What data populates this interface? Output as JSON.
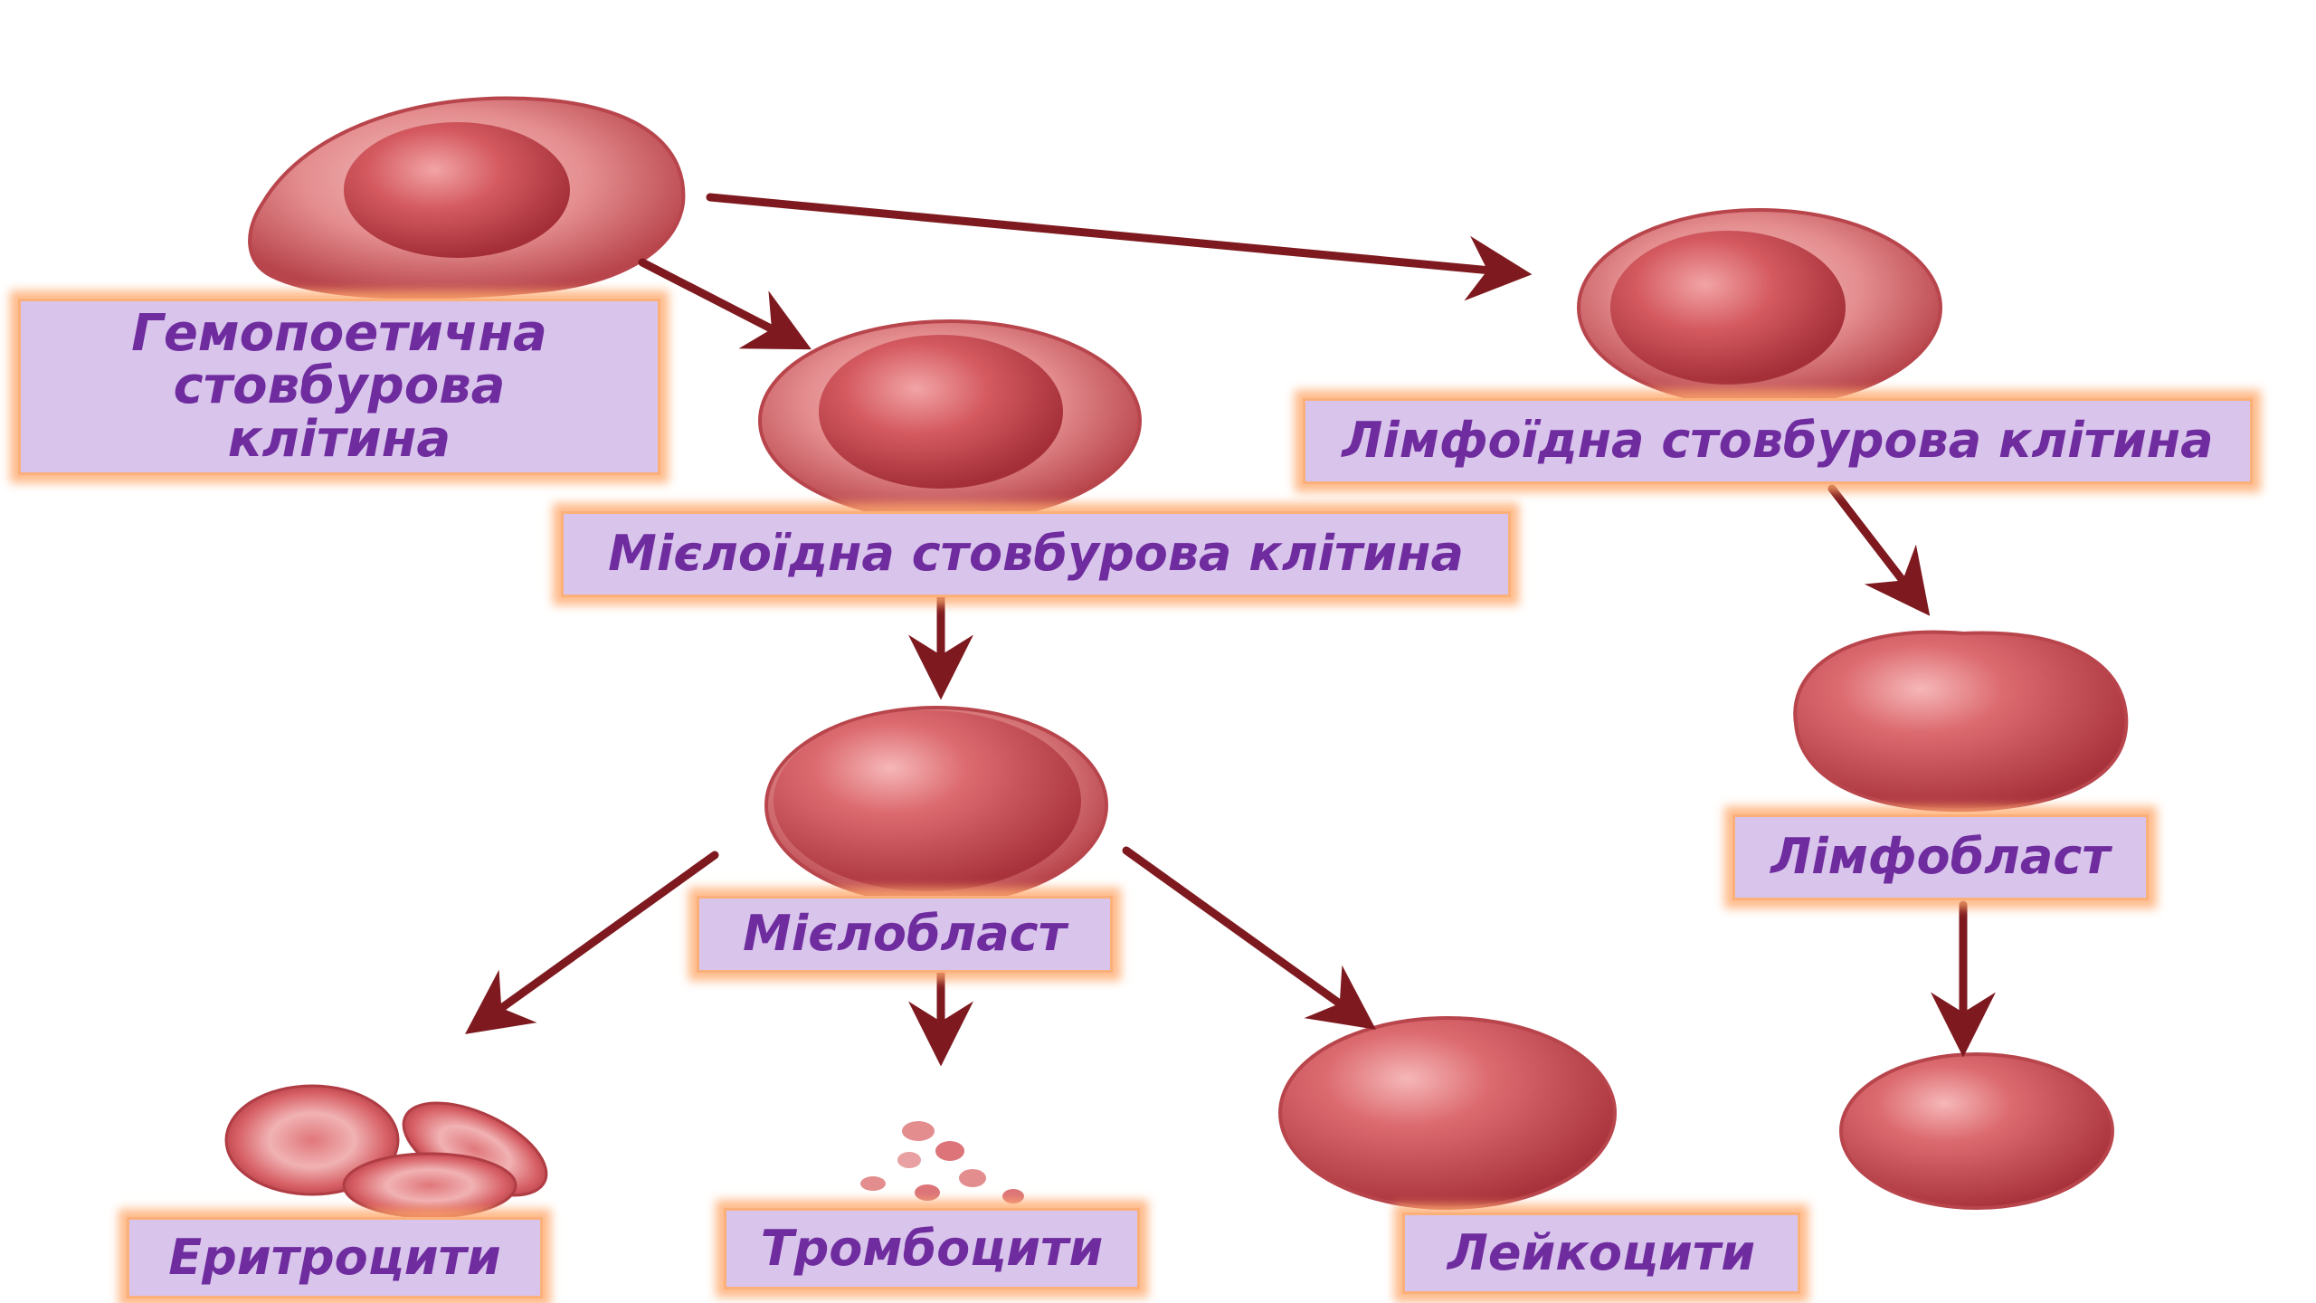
{
  "diagram": {
    "nodes": {
      "hsc": {
        "label_lines": [
          "Гемопоетична",
          "стовбурова",
          "клітина"
        ]
      },
      "myeloid": {
        "label": "Мієлоїдна стовбурова клітина"
      },
      "lymphoid": {
        "label": "Лімфоїдна стовбурова клітина"
      },
      "myeloblast": {
        "label": "Мієлобласт"
      },
      "lymphoblast": {
        "label": "Лімфобласт"
      },
      "erythrocytes": {
        "label": "Еритроцити"
      },
      "thrombocytes": {
        "label": "Тромбоцити"
      },
      "leukocytes": {
        "label": "Лейкоцити"
      }
    },
    "edges": [
      {
        "from": "hsc",
        "to": "lymphoid"
      },
      {
        "from": "hsc",
        "to": "myeloid"
      },
      {
        "from": "myeloid",
        "to": "myeloblast"
      },
      {
        "from": "myeloblast",
        "to": "erythrocytes"
      },
      {
        "from": "myeloblast",
        "to": "thrombocytes"
      },
      {
        "from": "myeloblast",
        "to": "leukocytes"
      },
      {
        "from": "lymphoid",
        "to": "lymphoblast"
      },
      {
        "from": "lymphoblast",
        "to": "lymphocyte"
      }
    ],
    "colors": {
      "label_fill": "#d9c4ec",
      "label_text": "#6f2c9e",
      "label_glow": "#fbb07a",
      "arrow": "#7e1a1f",
      "cell": "#c94a50"
    }
  }
}
